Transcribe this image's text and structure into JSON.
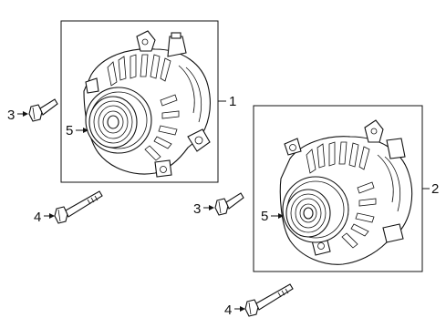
{
  "callouts": {
    "c1": "1",
    "c2": "2",
    "c3a": "3",
    "c3b": "3",
    "c4a": "4",
    "c4b": "4",
    "c5a": "5",
    "c5b": "5"
  },
  "colors": {
    "line": "#111111",
    "background": "#ffffff"
  }
}
